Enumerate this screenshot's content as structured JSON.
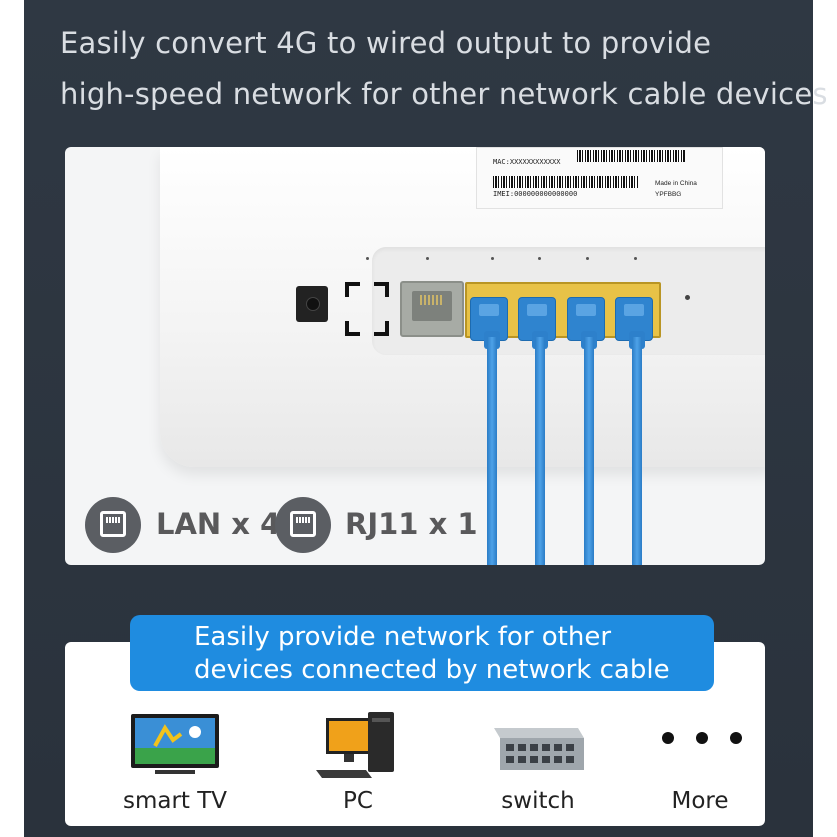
{
  "headline": {
    "line1": "Easily convert 4G to wired output to provide",
    "line2": "high-speed network for other network cable devices"
  },
  "router_label": {
    "mac": "MAC:XXXXXXXXXXXX",
    "imei": "IMEI:000000000000000",
    "made": "Made in China",
    "model": "YPFBBG"
  },
  "ports": {
    "lan": {
      "label": "LAN x 4",
      "icon": "ethernet-port-icon"
    },
    "rj11": {
      "label": "RJ11 x 1",
      "icon": "phone-port-icon"
    }
  },
  "callout": {
    "line1": "Easily provide network for other",
    "line2": "devices connected by network cable"
  },
  "devices": [
    {
      "label": "smart TV",
      "icon": "tv-icon"
    },
    {
      "label": "PC",
      "icon": "pc-icon"
    },
    {
      "label": "switch",
      "icon": "network-switch-icon"
    },
    {
      "label": "More",
      "icon": "ellipsis-icon"
    }
  ],
  "colors": {
    "background": "#2d3540",
    "cable_blue": "#2f84cf",
    "callout_blue": "#1f8ce0",
    "lan_yellow": "#e8c247"
  }
}
